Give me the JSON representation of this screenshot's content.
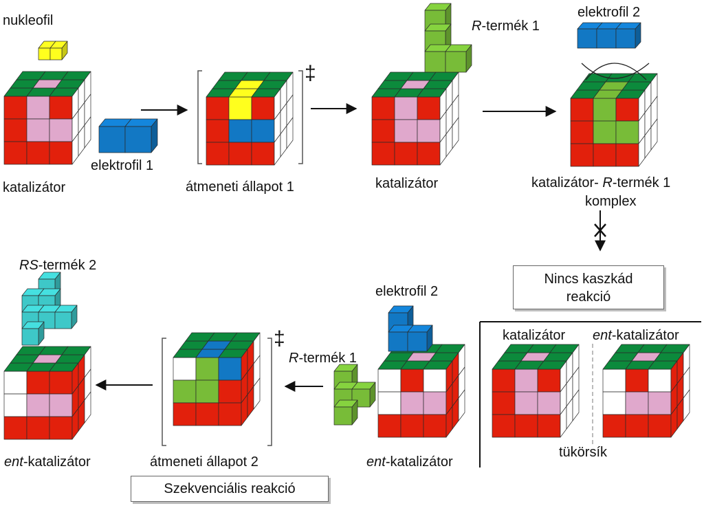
{
  "colors": {
    "red": "#e2200c",
    "green": "#0c8a3c",
    "yellow": "#ffff1e",
    "blue": "#1278c4",
    "lime": "#78bc38",
    "pink": "#e0a8cc",
    "pale": "#c6e494",
    "teal": "#3ec8c8"
  },
  "labels": {
    "nukleofil": "nukleofil",
    "elektrofil1": "elektrofil 1",
    "katalizator1": "katalizátor",
    "atmeneti1": "átmeneti állapot 1",
    "dagger": "‡",
    "r_termek_italic": "R",
    "r_termek_rest": "-termék 1",
    "katalizator2": "katalizátor",
    "elektrofil2_top": "elektrofil 2",
    "complex_line1": "katalizátor- ",
    "complex_r": "R",
    "complex_rest": "-termék 1",
    "complex_line2": "komplex",
    "nincs_line1": "Nincs kaszkád",
    "nincs_line2": "reakció",
    "mirror_kat": "katalizátor",
    "mirror_ent_italic": "ent",
    "mirror_ent_rest": "-katalizátor",
    "tukorsik": "tükörsík",
    "elektrofil2_bottom": "elektrofil 2",
    "r_termek_bottom_italic": "R",
    "r_termek_bottom_rest": "-termék 1",
    "ent_kat_italic": "ent",
    "ent_kat_rest": "-katalizátor",
    "atmeneti2": "átmeneti állapot 2",
    "rs_italic": "RS",
    "rs_rest": "-termék 2",
    "ent_kat2_italic": "ent",
    "ent_kat2_rest": "-katalizátor",
    "szekvencialis": "Szekvenciális reakció"
  }
}
